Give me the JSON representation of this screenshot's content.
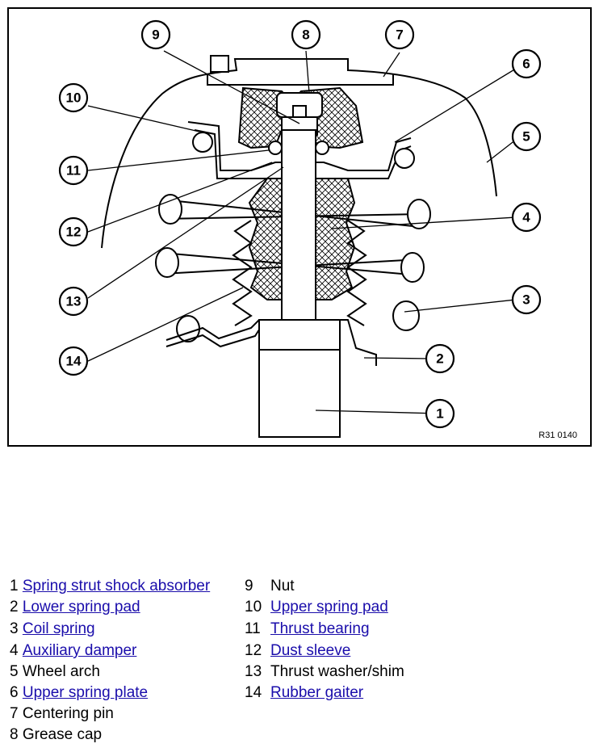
{
  "figure": {
    "reference_code": "R31 0140",
    "callouts": [
      "1",
      "2",
      "3",
      "4",
      "5",
      "6",
      "7",
      "8",
      "9",
      "10",
      "11",
      "12",
      "13",
      "14"
    ]
  },
  "legend": [
    {
      "number": "1",
      "label": "Spring strut shock absorber",
      "link": true
    },
    {
      "number": "2",
      "label": "Lower spring pad",
      "link": true
    },
    {
      "number": "3",
      "label": "Coil spring",
      "link": true
    },
    {
      "number": "4",
      "label": "Auxiliary damper",
      "link": true
    },
    {
      "number": "5",
      "label": "Wheel arch",
      "link": false
    },
    {
      "number": "6",
      "label": "Upper spring plate",
      "link": true
    },
    {
      "number": "7",
      "label": "Centering pin",
      "link": false
    },
    {
      "number": "8",
      "label": "Grease cap",
      "link": false
    },
    {
      "number": "9",
      "label": "Nut",
      "link": false
    },
    {
      "number": "10",
      "label": "Upper spring pad",
      "link": true
    },
    {
      "number": "11",
      "label": "Thrust bearing",
      "link": true
    },
    {
      "number": "12",
      "label": "Dust sleeve",
      "link": true
    },
    {
      "number": "13",
      "label": "Thrust washer/shim",
      "link": false
    },
    {
      "number": "14",
      "label": "Rubber gaiter",
      "link": true
    }
  ]
}
